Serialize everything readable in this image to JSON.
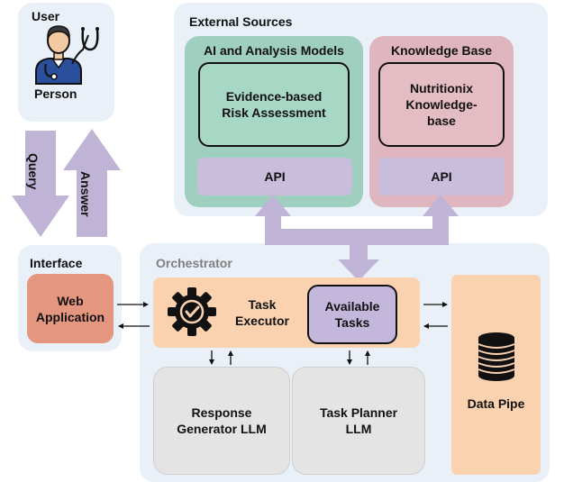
{
  "user": {
    "title": "User",
    "person_label": "Person",
    "icon": "doctor-person-icon"
  },
  "arrows": {
    "query": "Query",
    "answer": "Answer"
  },
  "interface": {
    "title": "Interface",
    "web_app": "Web\nApplication"
  },
  "external": {
    "title": "External Sources",
    "ai_models": {
      "title": "AI and Analysis Models",
      "inner": "Evidence-based\nRisk Assessment",
      "api": "API"
    },
    "knowledge_base": {
      "title": "Knowledge Base",
      "inner": "Nutritionix\nKnowledge-\nbase",
      "api": "API"
    }
  },
  "orchestrator": {
    "title": "Orchestrator",
    "task_executor": "Task\nExecutor",
    "gear_icon": "gear-check-icon",
    "available_tasks": "Available\nTasks",
    "response_generator": "Response\nGenerator LLM",
    "task_planner": "Task Planner\nLLM",
    "data_pipe": "Data Pipe",
    "db_icon": "database-icon"
  },
  "colors": {
    "panel": "#e9f0f8",
    "arrow": "#c0b4d6",
    "ai_green": "#9fcfbf",
    "kb_pink": "#dfb5bf",
    "api_purple": "#c8bddb",
    "inner_green": "#a7d7c5",
    "inner_pink": "#e4bcc4",
    "orange": "#fbd2b0",
    "web_app": "#e4967f",
    "available": "#c3b8db",
    "llm_gray": "#e4e4e4"
  }
}
